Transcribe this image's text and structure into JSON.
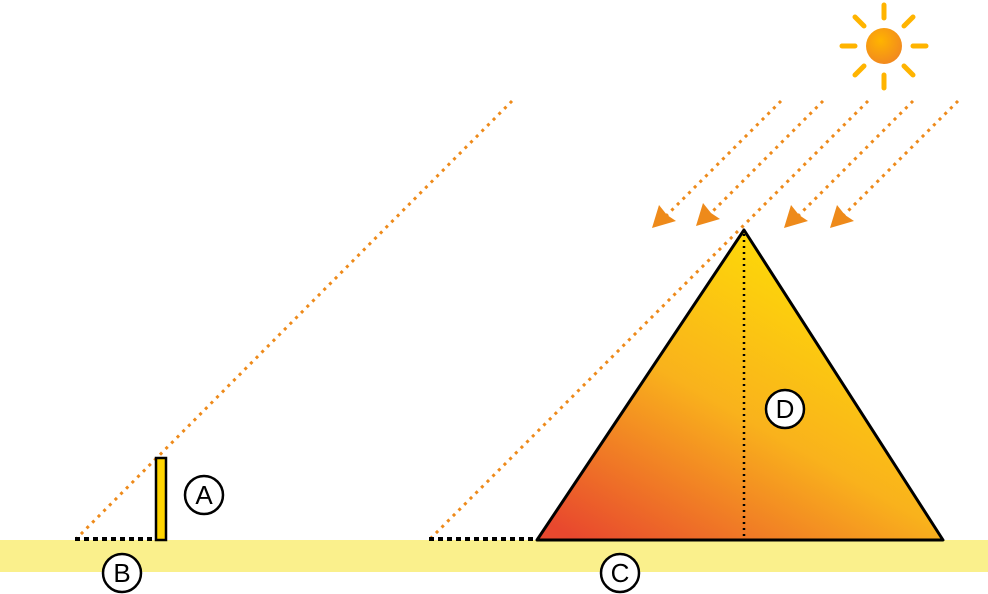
{
  "labels": {
    "stick_height": "A",
    "stick_shadow": "B",
    "pyramid_shadow": "C",
    "pyramid_height": "D"
  },
  "colors": {
    "ground": "#FAF08C",
    "sun_ray": "#EE8A1A",
    "stick_fill": "#FFD400",
    "pyramid_light": "#FFE800",
    "pyramid_mid": "#F9B21C",
    "pyramid_dark": "#E8482E",
    "sun_core": "#F28A1E",
    "sun_glow": "#FFB400",
    "outline": "#000000"
  },
  "icons": {
    "sun": "sun-icon",
    "ray_arrow": "arrowhead-icon"
  }
}
